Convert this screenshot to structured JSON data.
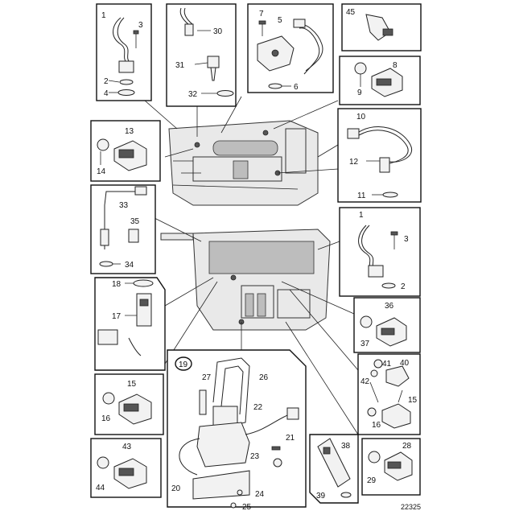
{
  "diagram": {
    "doc_number": "22325",
    "callouts": {
      "n1": "1",
      "n2": "2",
      "n3": "3",
      "n4": "4",
      "n5": "5",
      "n6": "6",
      "n7": "7",
      "n8": "8",
      "n9": "9",
      "n10": "10",
      "n11": "11",
      "n12": "12",
      "n13": "13",
      "n14": "14",
      "n15": "15",
      "n16": "16",
      "n17": "17",
      "n18": "18",
      "n19": "19",
      "n20": "20",
      "n21": "21",
      "n22": "22",
      "n23": "23",
      "n24": "24",
      "n25": "25",
      "n26": "26",
      "n27": "27",
      "n28": "28",
      "n29": "29",
      "n30": "30",
      "n31": "31",
      "n32": "32",
      "n33": "33",
      "n34": "34",
      "n35": "35",
      "n36": "36",
      "n37": "37",
      "n38": "38",
      "n39": "39",
      "n40": "40",
      "n41": "41",
      "n42": "42",
      "n43": "43",
      "n44": "44",
      "n45": "45"
    }
  }
}
